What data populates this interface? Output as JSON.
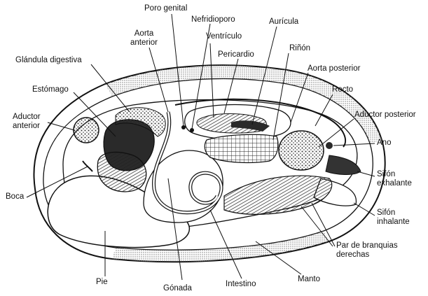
{
  "labels": {
    "poro_genital": "Poro genital",
    "nefridioporo": "Nefridioporo",
    "auricula": "Aurícula",
    "aorta_anterior": "Aorta\nanterior",
    "ventriculo": "Ventrículo",
    "rinon": "Riñón",
    "pericardio": "Pericardio",
    "glandula_digestiva": "Glándula digestiva",
    "aorta_posterior": "Aorta posterior",
    "recto": "Recto",
    "estomago": "Estómago",
    "aductor_posterior": "Aductor posterior",
    "aductor_anterior": "Aductor\nanterior",
    "ano": "Ano",
    "sifon_exhalante": "Sifón\nexhalante",
    "boca": "Boca",
    "sifon_inhalante": "Sifón\ninhalante",
    "par_branquias": "Par de branquias\nderechas",
    "pie": "Pie",
    "manto": "Manto",
    "gonada": "Gónada",
    "intestino": "Intestino"
  },
  "colors": {
    "ink": "#111111",
    "background": "#ffffff",
    "shell_shade": "#8a8a8a",
    "dark_fill": "#2a2a2a"
  }
}
